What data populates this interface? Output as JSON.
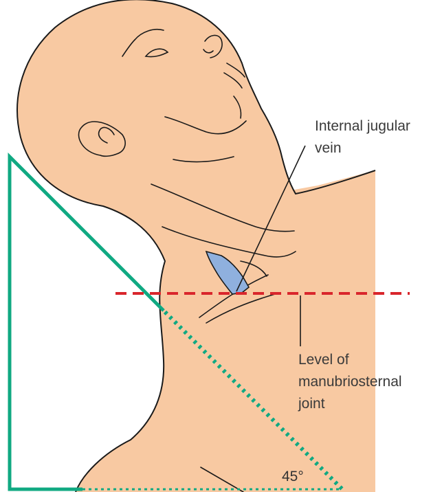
{
  "labels": {
    "internal_jugular_line1": "Internal jugular",
    "internal_jugular_line2": "vein",
    "level_line1": "Level of",
    "level_line2": "manubriosternal",
    "level_line3": "joint",
    "angle": "45°"
  },
  "colors": {
    "skin": "#f8c9a2",
    "vein": "#8fb0de",
    "triangle": "#10a982",
    "level_line": "#d9262c",
    "outline": "#1a1a1a",
    "background": "#ffffff"
  }
}
